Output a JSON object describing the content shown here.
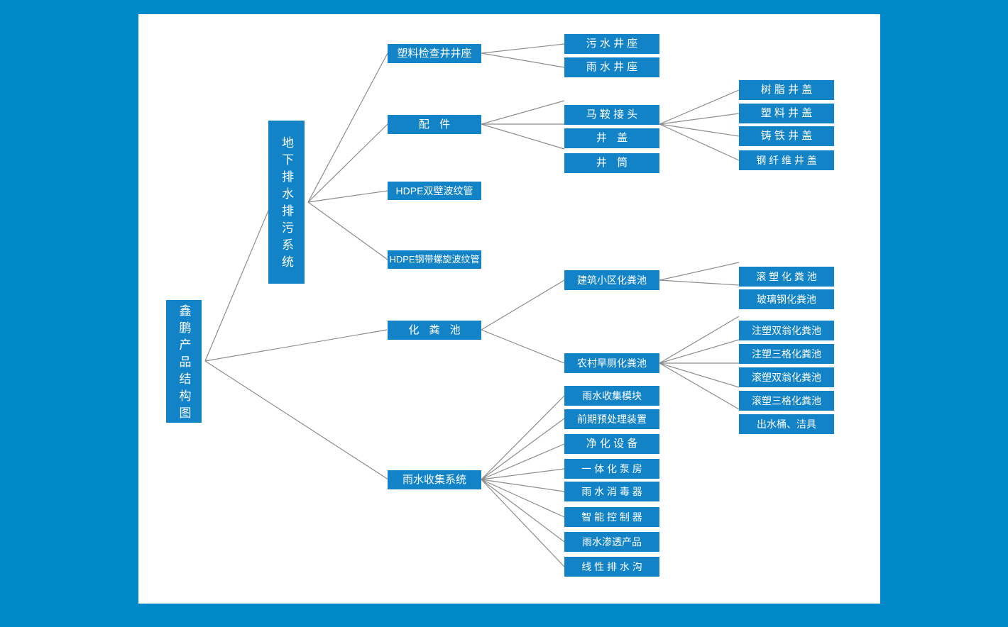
{
  "diagram": {
    "title": "鑫鹏产品结构图",
    "type": "tree",
    "orientation": "left-to-right",
    "colors": {
      "page_background": "#0089c9",
      "canvas_background": "#ffffff",
      "node_fill": "#1283c6",
      "node_text": "#ffffff",
      "edge": "#8c8c8c"
    }
  },
  "nodes": {
    "root": {
      "label": "鑫鹏产品结构图"
    },
    "level1": [
      {
        "label": "地下排水排污系统"
      },
      {
        "label": "化 粪 池"
      },
      {
        "label": "雨水收集系统"
      }
    ],
    "drainage_children": [
      {
        "label": "塑料检查井井座"
      },
      {
        "label": "配    件"
      },
      {
        "label": "HDPE双壁波纹管"
      },
      {
        "label": "HDPE钢带螺旋波纹管"
      }
    ],
    "inspection_well_children": [
      {
        "label": "污 水 井 座"
      },
      {
        "label": "雨 水 井 座"
      }
    ],
    "fittings_children": [
      {
        "label": "马 鞍 接 头"
      },
      {
        "label": "井    盖"
      },
      {
        "label": "井    筒"
      }
    ],
    "well_cover_children": [
      {
        "label": "树 脂 井 盖"
      },
      {
        "label": "塑 料 井 盖"
      },
      {
        "label": "铸 铁 井 盖"
      },
      {
        "label": "钢 纤 维 井 盖"
      }
    ],
    "septic_children": [
      {
        "label": "建筑小区化粪池"
      },
      {
        "label": "农村旱厕化粪池"
      }
    ],
    "community_septic_children": [
      {
        "label": "滚 塑 化 粪 池"
      },
      {
        "label": "玻璃钢化粪池"
      }
    ],
    "rural_septic_children": [
      {
        "label": "注塑双翁化粪池"
      },
      {
        "label": "注塑三格化粪池"
      },
      {
        "label": "滚塑双翁化粪池"
      },
      {
        "label": "滚塑三格化粪池"
      },
      {
        "label": "出水桶、洁具"
      }
    ],
    "rainwater_children": [
      {
        "label": "雨水收集模块"
      },
      {
        "label": "前期预处理装置"
      },
      {
        "label": "净 化 设 备"
      },
      {
        "label": "一 体 化 泵 房"
      },
      {
        "label": "雨 水 消 毒 器"
      },
      {
        "label": "智 能 控 制 器"
      },
      {
        "label": "雨水渗透产品"
      },
      {
        "label": "线 性 排 水 沟"
      }
    ]
  }
}
